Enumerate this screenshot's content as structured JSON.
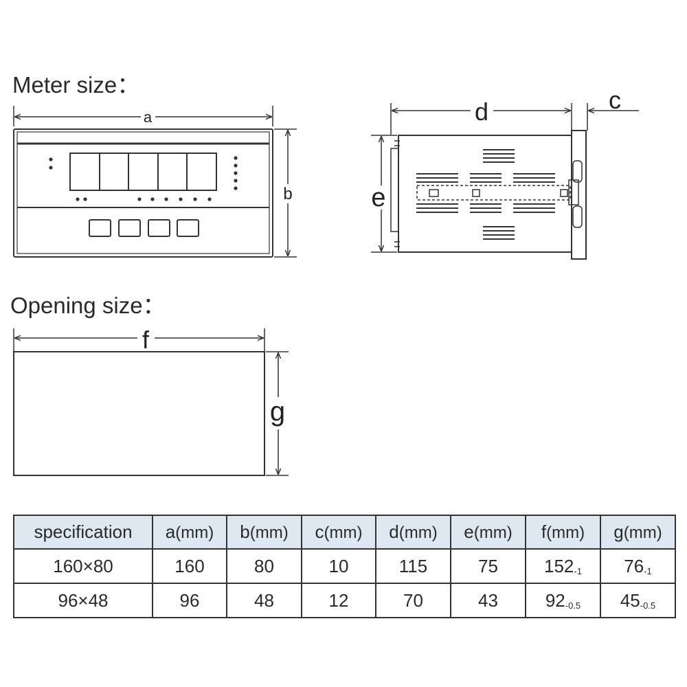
{
  "headings": {
    "meter_size": "Meter size：",
    "opening_size": "Opening size："
  },
  "dimension_labels": {
    "a": "a",
    "b": "b",
    "c": "c",
    "d": "d",
    "e": "e",
    "f": "f",
    "g": "g"
  },
  "table": {
    "headers": [
      {
        "main": "specification",
        "unit": ""
      },
      {
        "main": "a",
        "unit": "(mm)"
      },
      {
        "main": "b",
        "unit": "(mm)"
      },
      {
        "main": "c",
        "unit": "(mm)"
      },
      {
        "main": "d",
        "unit": "(mm)"
      },
      {
        "main": "e",
        "unit": "(mm)"
      },
      {
        "main": "f",
        "unit": "(mm)"
      },
      {
        "main": "g",
        "unit": "(mm)"
      }
    ],
    "rows": [
      {
        "spec": "160×80",
        "a": "160",
        "b": "80",
        "c": "10",
        "d": "115",
        "e": "75",
        "f": "152",
        "f_tol": "-1",
        "g": "76",
        "g_tol": "-1"
      },
      {
        "spec": "96×48",
        "a": "96",
        "b": "48",
        "c": "12",
        "d": "70",
        "e": "43",
        "f": "92",
        "f_tol": "-0.5",
        "g": "45",
        "g_tol": "-0.5"
      }
    ]
  },
  "colors": {
    "line": "#333333",
    "header_bg": "#dde8f1"
  }
}
